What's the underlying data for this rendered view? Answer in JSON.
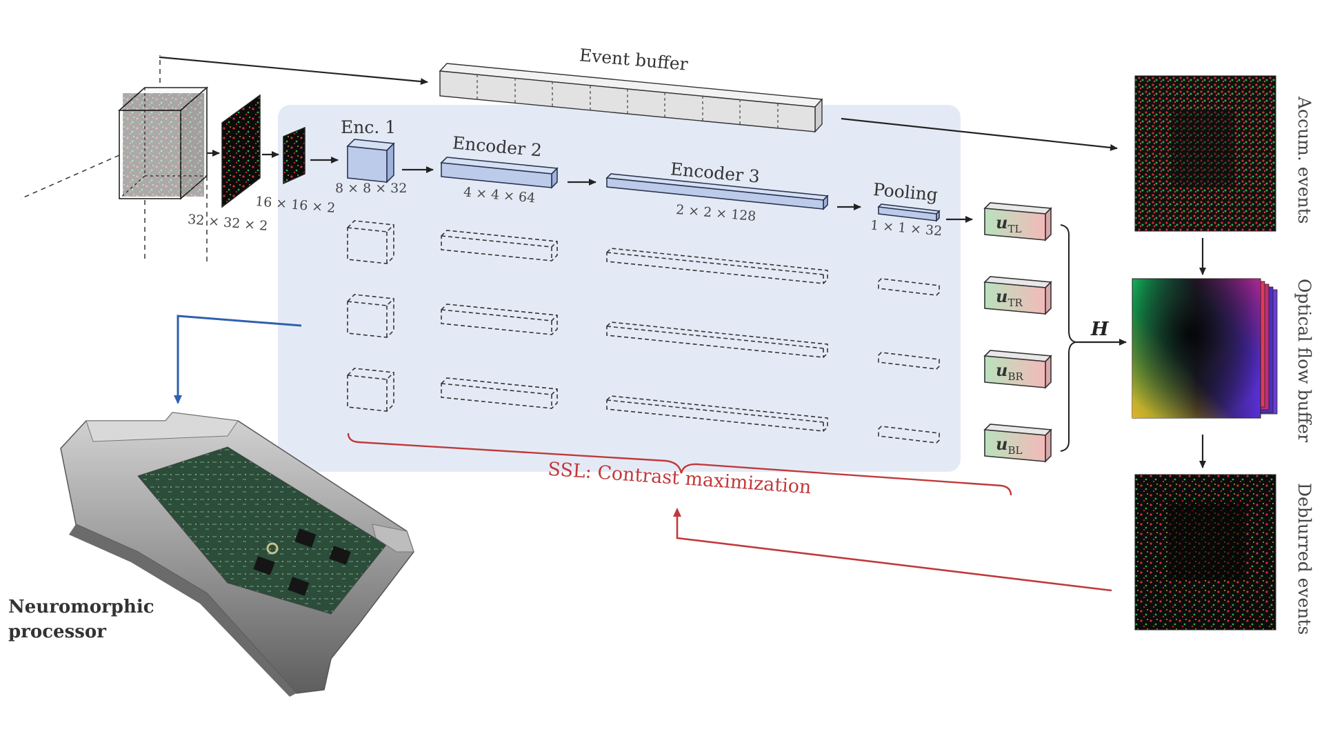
{
  "figure": {
    "event_buffer_label": "Event buffer",
    "encoders": [
      {
        "name": "Enc. 1",
        "dims": "8 × 8 × 32"
      },
      {
        "name": "Encoder 2",
        "dims": "4 × 4 × 64"
      },
      {
        "name": "Encoder 3",
        "dims": "2 × 2 × 128"
      },
      {
        "name": "Pooling",
        "dims": "1 × 1 × 32"
      }
    ],
    "input_dims": [
      "32 × 32 × 2",
      "16 × 16 × 2"
    ],
    "outputs": [
      {
        "sym": "u",
        "sub": "TL"
      },
      {
        "sym": "u",
        "sub": "TR"
      },
      {
        "sym": "u",
        "sub": "BR"
      },
      {
        "sym": "u",
        "sub": "BL"
      }
    ],
    "homography_label": "H",
    "ssl_label": "SSL: Contrast maximization",
    "processor_label": "Neuromorphic processor",
    "right_labels": [
      "Accum. events",
      "Optical flow buffer",
      "Deblurred events"
    ]
  },
  "colors": {
    "panel": "#e4eaf5",
    "encoder_fill": "#bccbea",
    "encoder_stroke": "#2a3550",
    "ssl": "#c0393b",
    "blue_arrow": "#2e5fb0",
    "u_green": "#b9e2bd",
    "u_red": "#f3b9b9"
  }
}
